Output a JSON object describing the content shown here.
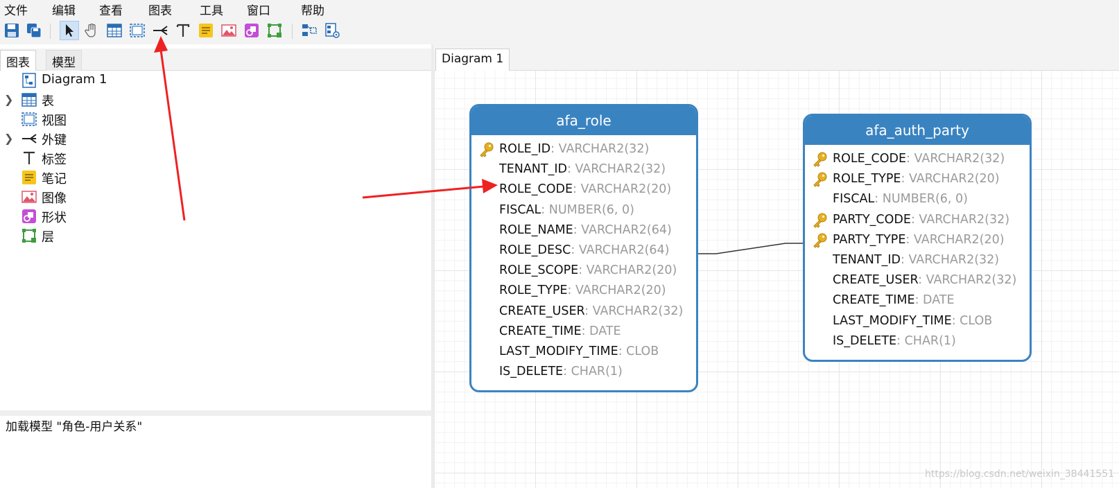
{
  "menu": [
    "文件",
    "编辑",
    "查看",
    "图表",
    "工具",
    "窗口",
    "帮助"
  ],
  "toolbar": {
    "icons": [
      "save-icon",
      "save-all-icon",
      "pointer-icon",
      "hand-icon",
      "table-icon",
      "view-icon",
      "foreign-key-icon",
      "label-icon",
      "note-icon",
      "image-icon",
      "shape-icon",
      "layer-icon",
      "auto-layout-icon",
      "diagram-properties-icon"
    ],
    "selected": "pointer-icon"
  },
  "left_panel": {
    "tabs": [
      "图表",
      "模型"
    ],
    "tree": [
      {
        "label": "Diagram 1",
        "icon": "diagram-icon",
        "expandable": false
      },
      {
        "label": "表",
        "icon": "table-icon",
        "expandable": true
      },
      {
        "label": "视图",
        "icon": "view-icon",
        "expandable": false
      },
      {
        "label": "外键",
        "icon": "foreign-key-icon",
        "expandable": true
      },
      {
        "label": "标签",
        "icon": "label-icon",
        "expandable": false
      },
      {
        "label": "笔记",
        "icon": "note-icon",
        "expandable": false
      },
      {
        "label": "图像",
        "icon": "image-icon",
        "expandable": false
      },
      {
        "label": "形状",
        "icon": "shape-icon",
        "expandable": false
      },
      {
        "label": "层",
        "icon": "layer-icon",
        "expandable": false
      }
    ],
    "log": "加载模型 \"角色-用户关系\""
  },
  "diagram": {
    "tab": "Diagram 1",
    "entities": [
      {
        "name": "afa_role",
        "fields": [
          {
            "name": "ROLE_ID",
            "type": ": VARCHAR2(32)",
            "key": true
          },
          {
            "name": "TENANT_ID",
            "type": ": VARCHAR2(32)",
            "key": false
          },
          {
            "name": "ROLE_CODE",
            "type": ": VARCHAR2(20)",
            "key": false
          },
          {
            "name": "FISCAL",
            "type": ": NUMBER(6, 0)",
            "key": false
          },
          {
            "name": "ROLE_NAME",
            "type": ": VARCHAR2(64)",
            "key": false
          },
          {
            "name": "ROLE_DESC",
            "type": ": VARCHAR2(64)",
            "key": false
          },
          {
            "name": "ROLE_SCOPE",
            "type": ": VARCHAR2(20)",
            "key": false
          },
          {
            "name": "ROLE_TYPE",
            "type": ": VARCHAR2(20)",
            "key": false
          },
          {
            "name": "CREATE_USER",
            "type": ": VARCHAR2(32)",
            "key": false
          },
          {
            "name": "CREATE_TIME",
            "type": ": DATE",
            "key": false
          },
          {
            "name": "LAST_MODIFY_TIME",
            "type": ": CLOB",
            "key": false
          },
          {
            "name": "IS_DELETE",
            "type": ": CHAR(1)",
            "key": false
          }
        ]
      },
      {
        "name": "afa_auth_party",
        "fields": [
          {
            "name": "ROLE_CODE",
            "type": ": VARCHAR2(32)",
            "key": true
          },
          {
            "name": "ROLE_TYPE",
            "type": ": VARCHAR2(20)",
            "key": true
          },
          {
            "name": "FISCAL",
            "type": ": NUMBER(6, 0)",
            "key": false
          },
          {
            "name": "PARTY_CODE",
            "type": ": VARCHAR2(32)",
            "key": true
          },
          {
            "name": "PARTY_TYPE",
            "type": ": VARCHAR2(20)",
            "key": true
          },
          {
            "name": "TENANT_ID",
            "type": ": VARCHAR2(32)",
            "key": false
          },
          {
            "name": "CREATE_USER",
            "type": ": VARCHAR2(32)",
            "key": false
          },
          {
            "name": "CREATE_TIME",
            "type": ": DATE",
            "key": false
          },
          {
            "name": "LAST_MODIFY_TIME",
            "type": ": CLOB",
            "key": false
          },
          {
            "name": "IS_DELETE",
            "type": ": CHAR(1)",
            "key": false
          }
        ]
      }
    ],
    "watermark": "https://blog.csdn.net/weixin_38441551"
  },
  "colors": {
    "entity_header": "#3a83c1",
    "annotation_arrow": "#ee2222",
    "type_text": "#9a9a9a"
  }
}
